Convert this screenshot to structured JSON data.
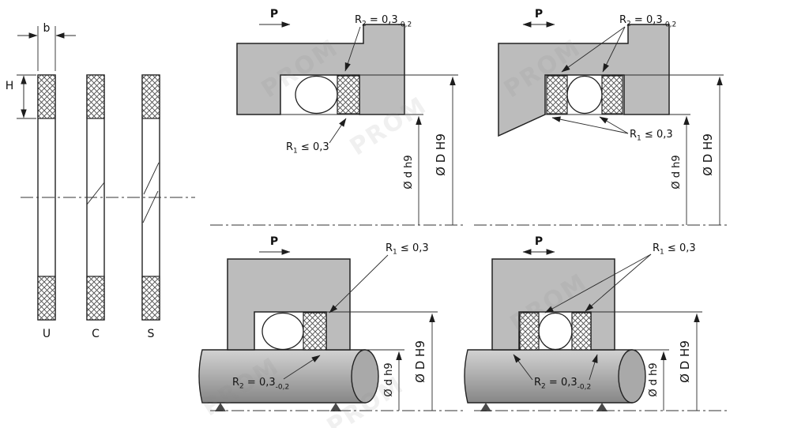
{
  "profiles": {
    "width_label": "b",
    "height_label": "H",
    "types": [
      {
        "label": "U"
      },
      {
        "label": "C"
      },
      {
        "label": "S"
      }
    ]
  },
  "annotations": {
    "pressure_label": "P",
    "r1": {
      "base": "R",
      "sub": "1",
      "rest": " ≤ 0,3"
    },
    "r2": {
      "base": "R",
      "sub": "2",
      "rest": " = 0,3",
      "tolerance": "-0,2"
    },
    "rod_diameter": "Ø d h9",
    "bore_diameter": "Ø D H9"
  },
  "watermark": {
    "text": "PROM"
  },
  "colors": {
    "metal": "#bcbcbc",
    "metal_dark": "#868686",
    "outline": "#222222",
    "hatch": "#4d4d4d",
    "background": "#ffffff"
  }
}
